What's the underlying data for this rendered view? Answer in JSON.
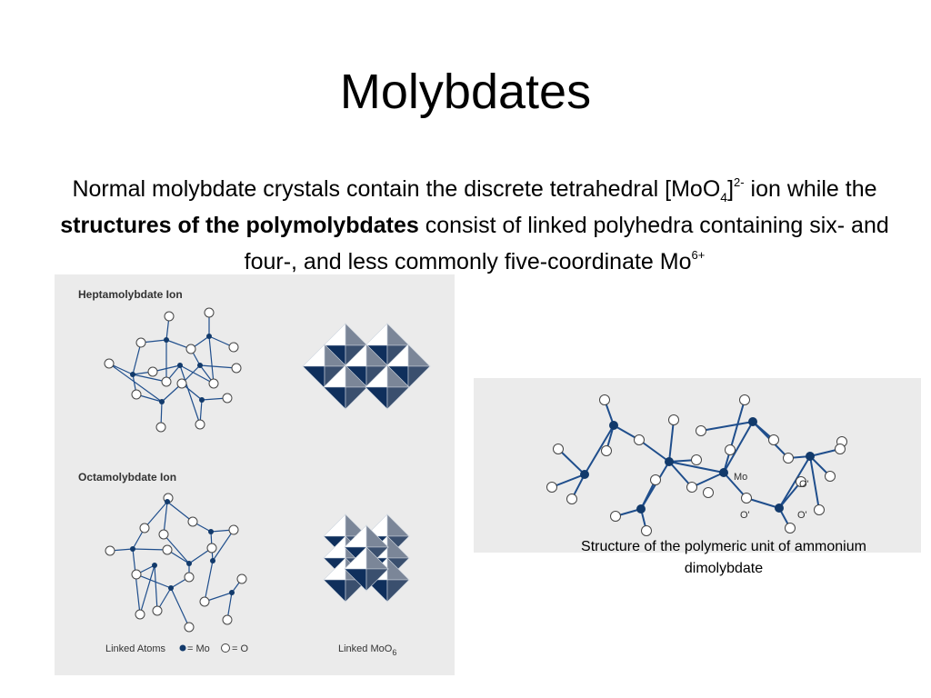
{
  "slide": {
    "title": "Molybdates",
    "body": {
      "seg1": "Normal molybdate crystals contain the discrete tetrahedral [MoO",
      "sub1": "4",
      "seg2": "]",
      "sup1": "2-",
      "seg3": " ion while the ",
      "bold": "structures of the polymolybdates",
      "seg4": " consist of linked polyhedra containing six- and four-, and less commonly five-coordinate Mo",
      "sup2": "6+"
    }
  },
  "left_figure": {
    "heading_hepta": "Heptamolybdate Ion",
    "heading_octa": "Octamolybdate Ion",
    "legend_linked_atoms": "Linked Atoms",
    "legend_mo": "= Mo",
    "legend_o": "= O",
    "legend_linked_mooct": "Linked MoO",
    "legend_linked_mooct_sub": "6"
  },
  "right_figure": {
    "label_mo": "Mo",
    "label_o1": "O'",
    "label_o2": "O'",
    "label_o3": "O'"
  },
  "caption": "Structure of the polymeric unit of ammonium dimolybdate",
  "colors": {
    "mo_atom": "#123a6b",
    "bond": "#1f4e8c",
    "oct_dark": "#0f2f5c",
    "figure_bg": "#ebebeb"
  }
}
